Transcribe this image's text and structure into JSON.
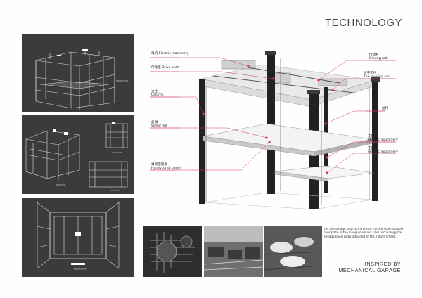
{
  "page": {
    "title": "TECHNOLOGY",
    "caption": "It is the a huge step to introduce mechanical movable floor plate in the living condition. This technology has already been widly adpaded in the industry field.",
    "inspired_line1": "INSPIRED BY",
    "inspired_line2": "MECHANICAL GARAGE"
  },
  "left_panels": {
    "panel1_label": "PERSPECTIVE",
    "panel2_label_iso": "ISOMETRIC",
    "panel2_label_elev1": "ELEVATION",
    "panel2_label_elev2": "ELEVATION",
    "panel3_label": "PERSPECTIVE"
  },
  "labels": {
    "electric_machinery_cn": "电机",
    "electric_machinery_en": "Electric machinery",
    "drive_seat_cn": "传动座",
    "drive_seat_en": "Drive seat",
    "column_cn": "立柱",
    "column_en": "Column",
    "screw_nut_cn": "丝母",
    "screw_nut_en": "Screw nut",
    "honeycomb_cn": "蜂窝密度板",
    "honeycomb_en": "Honeycomb panel",
    "driving_rod_cn": "传动杆",
    "driving_rod_en": "Driving rod",
    "leveling_pad_cn": "找平垫片",
    "leveling_pad_en": "The leveling pad",
    "screw_rod_cn": "丝杆",
    "right_machinery1_cn": "支撑杆",
    "right_machinery1_en": "electric machinery",
    "right_machinery2_cn": "支撑座",
    "right_machinery2_en": "electric machinery"
  },
  "colors": {
    "accent": "#d6336c",
    "panel_bg": "#3b3b3b",
    "frame_dark": "#2a2a2a"
  }
}
